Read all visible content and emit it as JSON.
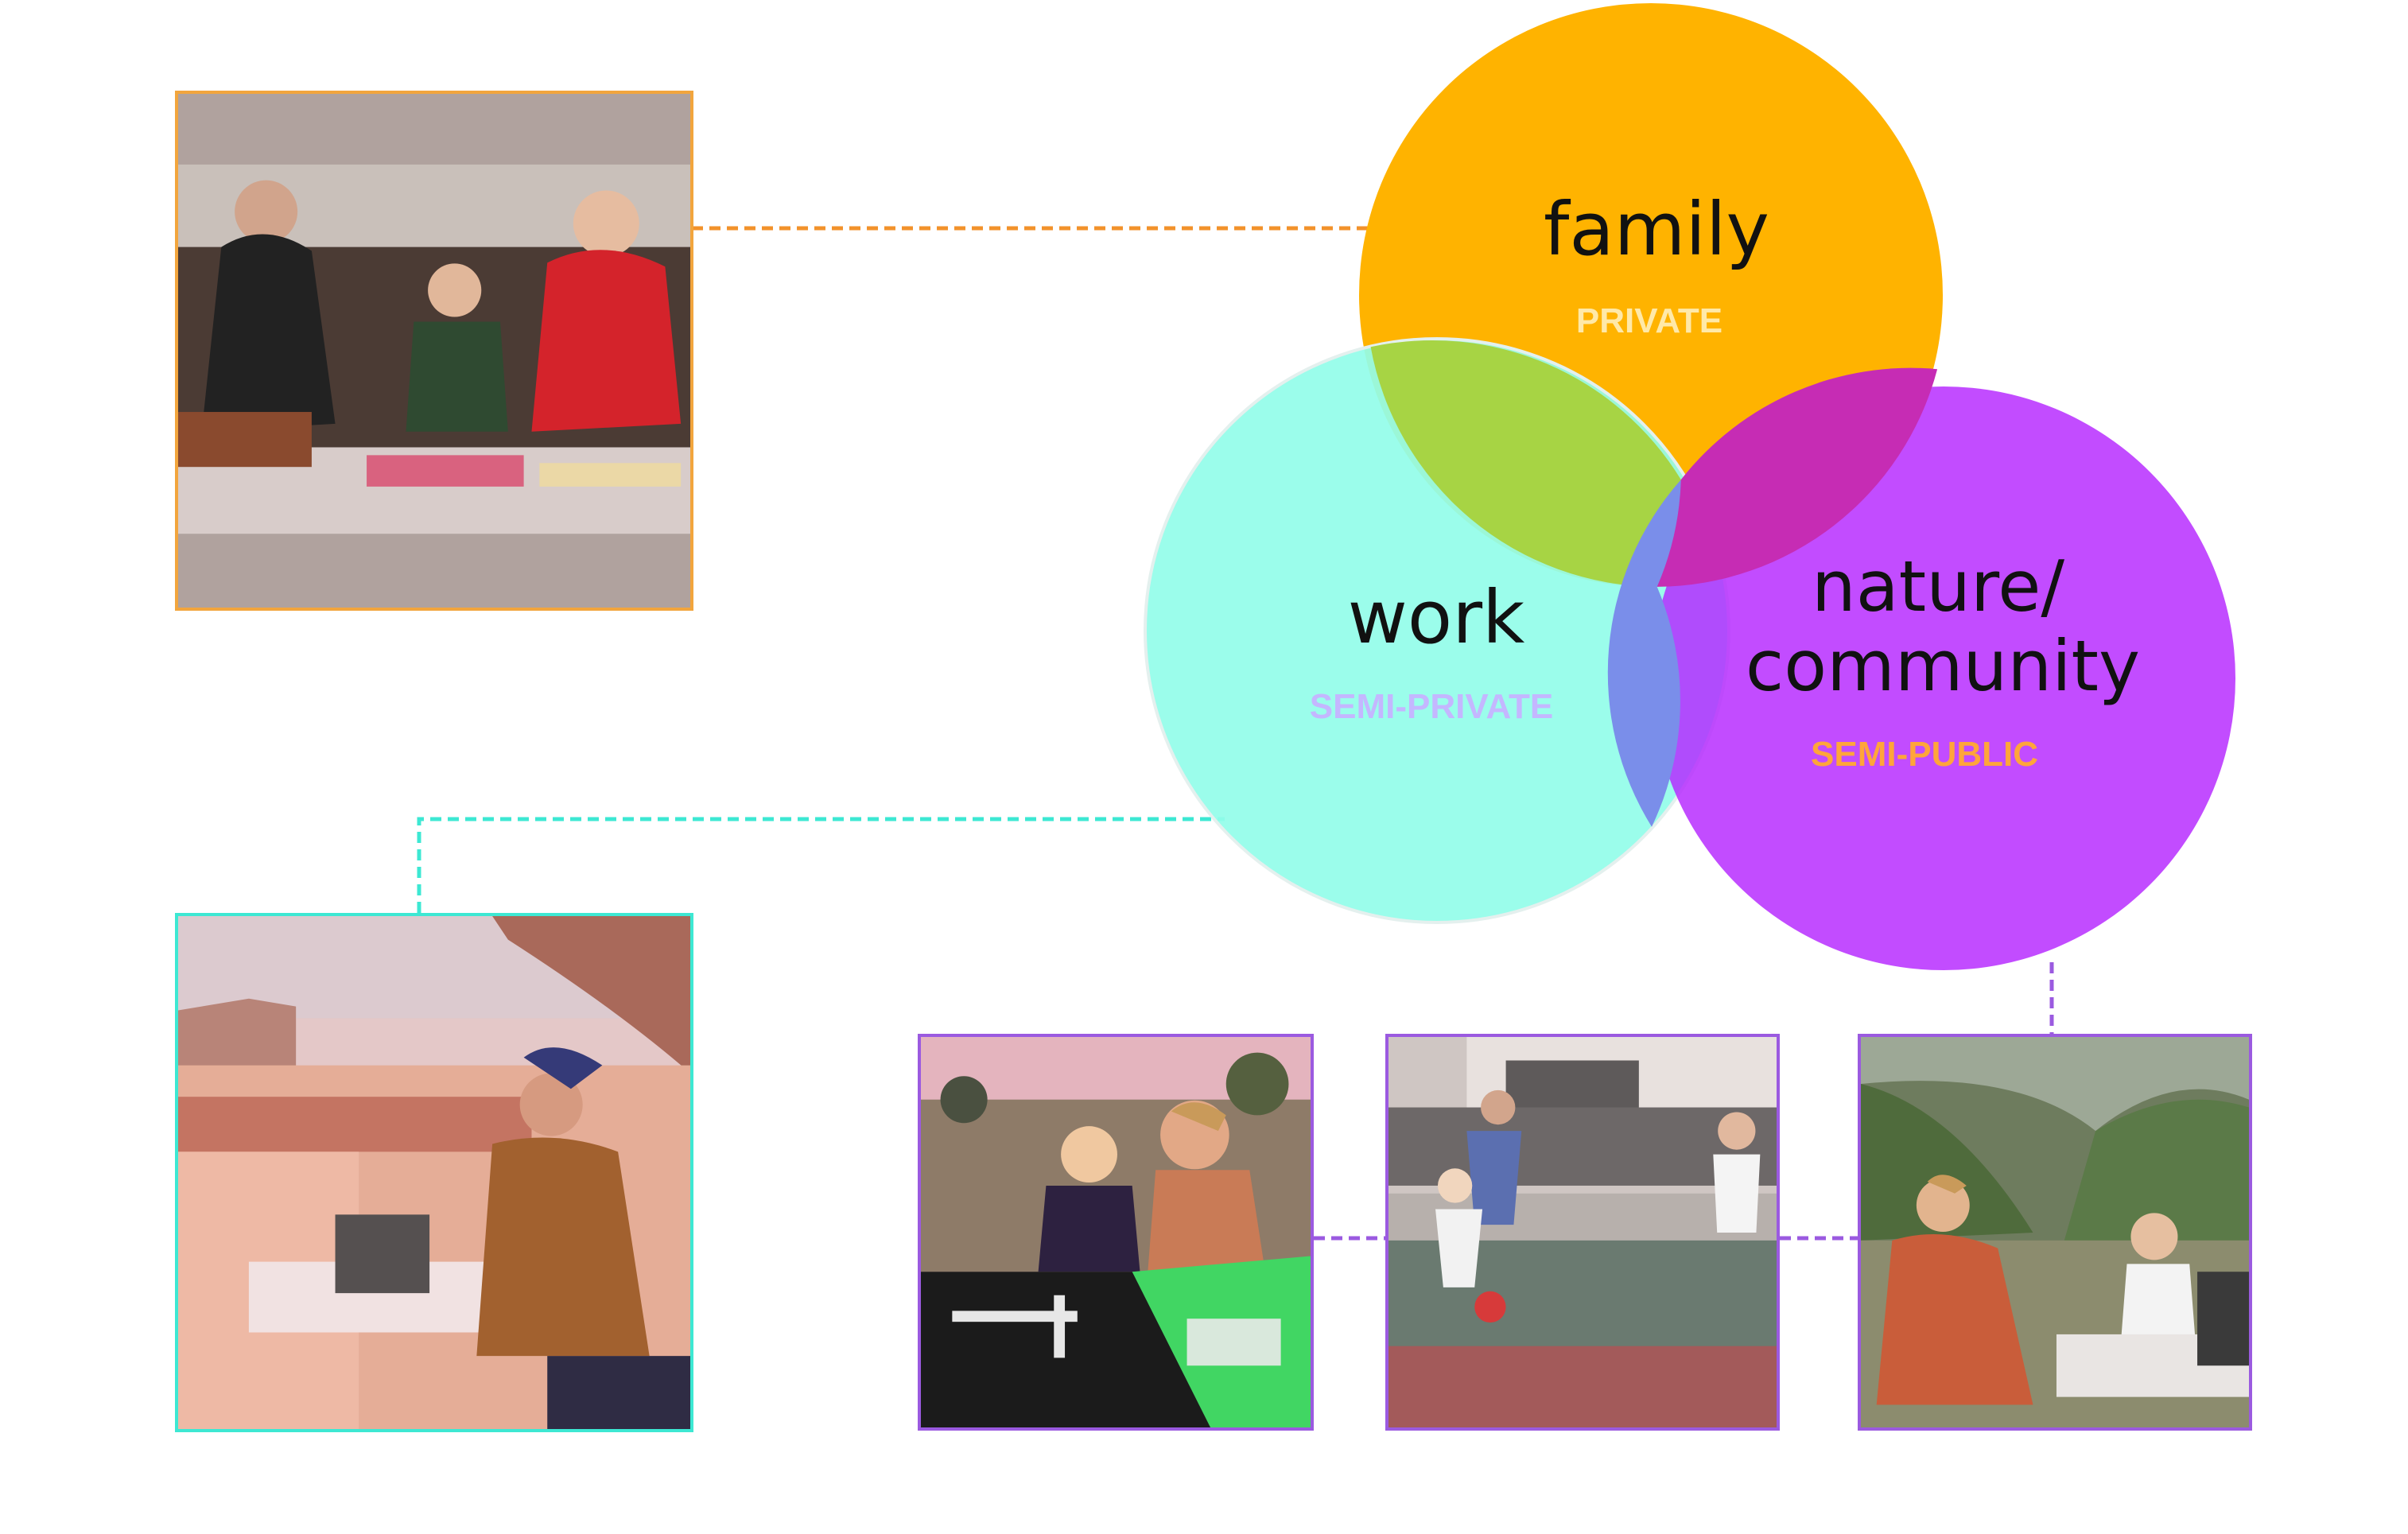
{
  "circles": {
    "family": {
      "title": "family",
      "subtitle": "PRIVATE",
      "color": "#FFB300",
      "subtitle_color": "#FFE9A8"
    },
    "work": {
      "title": "work",
      "subtitle": "SEMI-PRIVATE",
      "color": "#92FDE9",
      "subtitle_color": "#C4B7FF"
    },
    "nature": {
      "title_line1": "nature/",
      "title_line2": "community",
      "subtitle": "SEMI-PUBLIC",
      "color": "#C14BFF",
      "subtitle_color": "#FFA53A"
    }
  },
  "connectors": {
    "family_color": "#F2922B",
    "work_color": "#3DE8D3",
    "nature_color": "#9B5AE0"
  },
  "photos": {
    "family_photo": {
      "border": "#F2A53D",
      "subject": "family reading books together"
    },
    "work_photo": {
      "border": "#3DE8D3",
      "subject": "woman working on laptop in desert"
    },
    "nature_photo_1": {
      "border": "#9B5AE0",
      "subject": "mother and child playing dominoes outdoors"
    },
    "nature_photo_2": {
      "border": "#9B5AE0",
      "subject": "children playing football"
    },
    "nature_photo_3": {
      "border": "#9B5AE0",
      "subject": "mother and child toasting in mountains"
    }
  }
}
